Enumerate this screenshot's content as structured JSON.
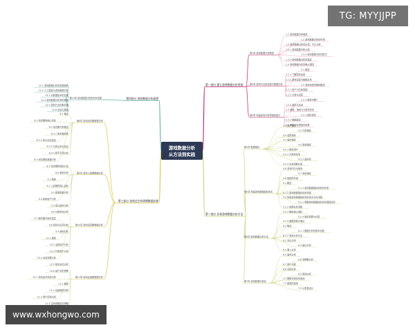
{
  "watermarks": {
    "top": "TG: MYYJJPP",
    "bottom": "www.wxhongwo.com"
  },
  "center": {
    "line1": "游戏数据分析",
    "line2": "从方法到实践"
  },
  "colors": {
    "center_bg": "#2d3a55",
    "branch_part1": "#c2186a",
    "branch_part2": "#c9d27a",
    "branch_part3": "#d8c24a",
    "branch_part4": "#5fb0a4",
    "leaf_underline_right": "#e58aa8",
    "leaf_underline_left": "#bcd98c"
  },
  "branches": [
    {
      "key": "p1",
      "label": "第一部分  建立游戏数据分析思维"
    },
    {
      "key": "p2",
      "label": "第二部分  实现游戏数据分析方法"
    },
    {
      "key": "p3",
      "label": "第三部分  游戏全生命周期数据实践"
    },
    {
      "key": "p4",
      "label": "第四部分  游戏数据分析展望"
    }
  ],
  "p1_groups": [
    {
      "label": "第1章 游戏数据分析概述"
    },
    {
      "label": "第2章 游戏行业的运营与数据分析"
    },
    {
      "label": "第3章 构建游戏分析思维的能力"
    }
  ],
  "p1_leaves": [
    "1.1 游戏数据分析概述",
    "1.2 游戏数据分析的作用",
    "1.3 游戏数据分析的价值：不止分析",
    "1.3.1 游戏数据分析价值",
    "1.3.2 游戏数据分析的层次",
    "1.3.3 游戏数据分析的误区",
    "1.4 游戏数据分析的核心理念",
    "2.1 概述",
    "2.1.1 了解游戏运营",
    "2.1.2 游戏运营与数据分析",
    "2.2 游戏运营的基础概念",
    "2.2.1 用户与生命周期",
    "2.2.2 付费与活跃",
    "2.2.3 渠道与推广",
    "2.2.4 版本与活动",
    "2.3 数据、指标与分析的关系",
    "2.3.1 指标体系",
    "2.3.2 数据驱动",
    "3.1 数据分析思维的培养"
  ],
  "p2_groups": [
    {
      "label": "第4章 数据指标"
    },
    {
      "label": "第5章 构建游戏数据指标体系"
    },
    {
      "label": "第6章 游戏数据分析方法"
    },
    {
      "label": "第7章 游戏数据可视化"
    }
  ],
  "p2_leaves": [
    "4.1 用户指标",
    "4.2 付费指标",
    "4.3 活跃指标",
    "4.4 留存指标",
    "4.5 渠道指标",
    "4.5.1 新增用户",
    "4.5.2 付费转化率",
    "4.5.3 留存率",
    "4.5.4 生命周期价值",
    "4.6 游戏内行为指标",
    "4.7 其他指标",
    "4.8 指标的作用",
    "5.1 概述",
    "5.1.1 游戏数据指标体系的作用",
    "5.1.2 游戏数据指标体系构成",
    "5.2 构建游戏数据指标体系的方法与流程",
    "5.2.1 明确游戏数据指标体系搭建目标",
    "5.2.2 梳理业务流程",
    "5.2.3 确定核心指标",
    "5.2.4 指标拆解与分层",
    "5.2.5 数据采集与埋点",
    "6.1 概述",
    "6.1.1 数据分析的基本流程",
    "6.1.2 常用分析方法",
    "6.2 对比分析",
    "6.3 细分分析",
    "6.4 漏斗分析",
    "6.5 留存分析",
    "6.6 同期群分析",
    "6.7 用户分群",
    "6.8 归因分析",
    "6.9 预测分析",
    "7.1 数据可视化的原则",
    "7.2 图表的选择",
    "7.3 仪表盘设计"
  ],
  "p3_groups": [
    {
      "label": "第8章 游戏测试期数据分析"
    },
    {
      "label": "第9章 游戏上线期数据分析"
    },
    {
      "label": "第10章 游戏运营期数据分析"
    },
    {
      "label": "第11章 游戏衰退期数据分析"
    }
  ],
  "p3_leaves": [
    "8.1 概述",
    "8.2 测试期的核心目标",
    "8.3 测试期分析要点",
    "8.3.1 版本稳定性",
    "8.3.2 核心玩法验证",
    "8.3.3 付费点设计验证",
    "8.3.4 新手引导分析",
    "8.4 测试期的数据分析",
    "8.5 测试期的调优方法",
    "8.6 案例分析",
    "9.1 概述",
    "9.2 上线期的核心目标",
    "9.3 渠道投放分析",
    "9.4 新增用户分析",
    "9.5 首日留存分析",
    "9.6 付费转化分析",
    "9.7 服务器与版本监控",
    "9.8 舆情与反馈分析",
    "9.9 案例分析",
    "10.1 概述",
    "10.2 活跃用户分析",
    "10.3 付费用户分析",
    "10.4 活动效果分析",
    "10.5 版本迭代分析",
    "10.6 用户流失预警",
    "10.7 游戏经济系统分析",
    "11.1 概述",
    "11.2 衰退期的识别",
    "11.3 用户回流分析",
    "11.4 生命周期延长策略"
  ],
  "p4_groups": [
    {
      "label": "第12章 游戏数据分析的未来发展"
    }
  ],
  "p4_leaves": [
    "12.1 游戏数据分析的发展趋势",
    "12.2 人工智能与游戏数据分析",
    "12.3 大数据技术的应用",
    "12.4 游戏数据分析师的成长",
    "12.5 游戏行业的新机遇",
    "12.6 总结与展望"
  ]
}
